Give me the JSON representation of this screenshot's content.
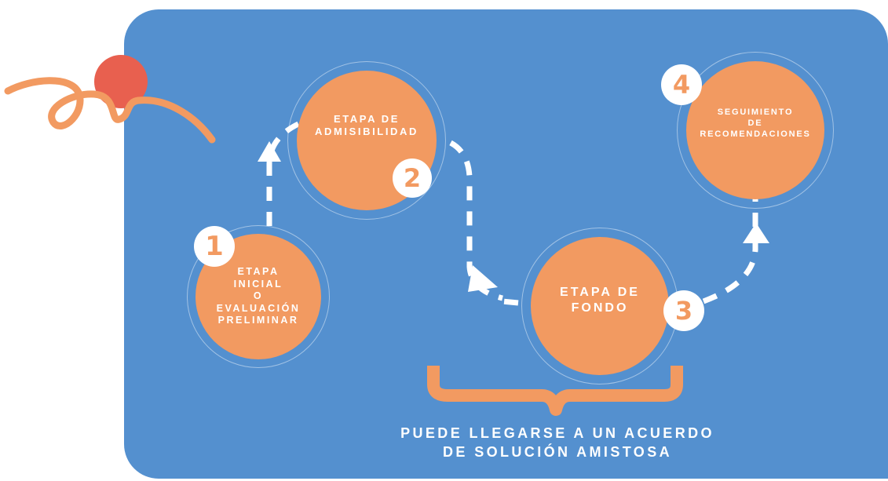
{
  "steps": [
    {
      "number": "1",
      "label": "ETAPA\nINICIAL\nO\nEVALUACIÓN\nPRELIMINAR"
    },
    {
      "number": "2",
      "label": "ETAPA DE\nADMISIBILIDAD"
    },
    {
      "number": "3",
      "label": "ETAPA DE\nFONDO"
    },
    {
      "number": "4",
      "label": "SEGUIMIENTO\nDE\nRECOMENDACIONES"
    }
  ],
  "footer": {
    "line1": "PUEDE LLEGARSE A UN ACUERDO",
    "line2": "DE SOLUCIÓN AMISTOSA"
  },
  "colors": {
    "background_panel": "#5490cf",
    "circle": "#f29a61",
    "accent_red": "#e8604f",
    "text": "#ffffff"
  }
}
